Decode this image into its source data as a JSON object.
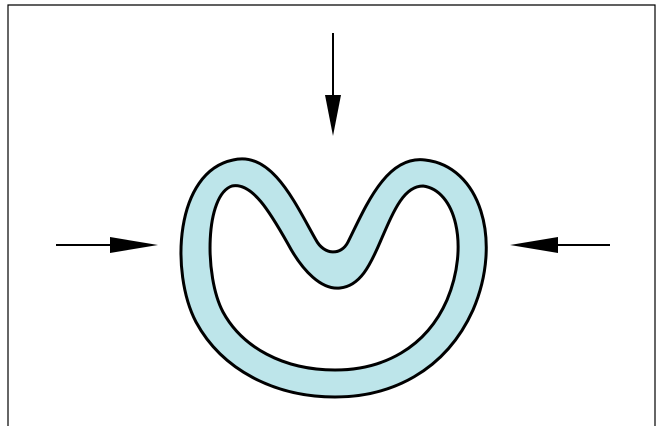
{
  "diagram": {
    "colors": {
      "background": "#ffffff",
      "outline": "#000000",
      "fill": "#bde5ea",
      "arrow": "#000000"
    },
    "shape": {
      "kind": "bent tube",
      "icon": "kidney-shape"
    },
    "arrows": [
      {
        "direction": "down"
      },
      {
        "direction": "right"
      },
      {
        "direction": "left"
      }
    ]
  }
}
